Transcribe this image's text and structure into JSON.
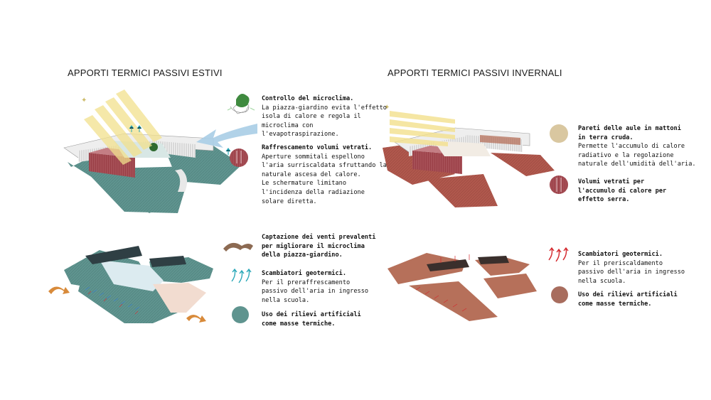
{
  "summer": {
    "title": "APPORTI TERMICI PASSIVI ESTIVI",
    "microclima": {
      "title": "Controllo del microclima.",
      "lines": [
        "La piazza-giardino evita l'effetto",
        "isola di calore e regola il",
        "microclima con",
        "l'evapotraspirazione."
      ]
    },
    "raffrescamento": {
      "title": "Raffrescamento volumi vetrati.",
      "lines": [
        "Aperture sommitali espellono",
        "l'aria surriscaldata sfruttando la",
        "naturale ascesa del calore.",
        "Le schermature limitano",
        "l'incidenza della radiazione",
        "solare diretta."
      ]
    },
    "venti": {
      "title_lines": [
        "Captazione dei venti prevalenti",
        "per migliorare il microclima",
        "della piazza-giardino."
      ]
    },
    "scambiatori": {
      "title": "Scambiatori geotermici.",
      "lines": [
        "Per il preraffrescamento",
        "passivo dell'aria in ingresso",
        "nella scuola."
      ]
    },
    "rilievi": {
      "title_lines": [
        "Uso dei rilievi artificiali",
        "come masse termiche."
      ]
    }
  },
  "winter": {
    "title": "APPORTI TERMICI PASSIVI INVERNALI",
    "pareti": {
      "title_lines": [
        "Pareti delle aule in mattoni",
        "in terra cruda."
      ],
      "lines": [
        "Permette l'accumulo di calore",
        "radiativo e la regolazione",
        "naturale dell'umidità dell'aria."
      ]
    },
    "volumi": {
      "title_lines": [
        "Volumi vetrati per",
        "l'accumulo di calore per",
        "effetto serra."
      ]
    },
    "scambiatori": {
      "title": "Scambiatori geotermici.",
      "lines": [
        "Per il preriscaldamento",
        "passivo dell'aria in ingresso",
        "nella scuola."
      ]
    },
    "rilievi": {
      "title_lines": [
        "Uso dei rilievi artificiali",
        "come masse termiche."
      ]
    }
  },
  "colors": {
    "summer_ground": "#5f948f",
    "winter_ground": "#b0584d",
    "sun_ray": "#f2e08c",
    "glass_volume": "#9a3f47",
    "earth_disc": "#d9c7a0",
    "wind_arrow": "#a9cde6",
    "geothermal_blue": "#2aa8b8",
    "geothermal_red": "#d4292e",
    "winter_massing": "#b6705a"
  },
  "icons": [
    "tree-icon",
    "wind-arrow-icon",
    "glass-volume-icon",
    "wind-ribbon-icon",
    "geothermal-arrows-icon",
    "thermal-mass-disc-icon"
  ]
}
